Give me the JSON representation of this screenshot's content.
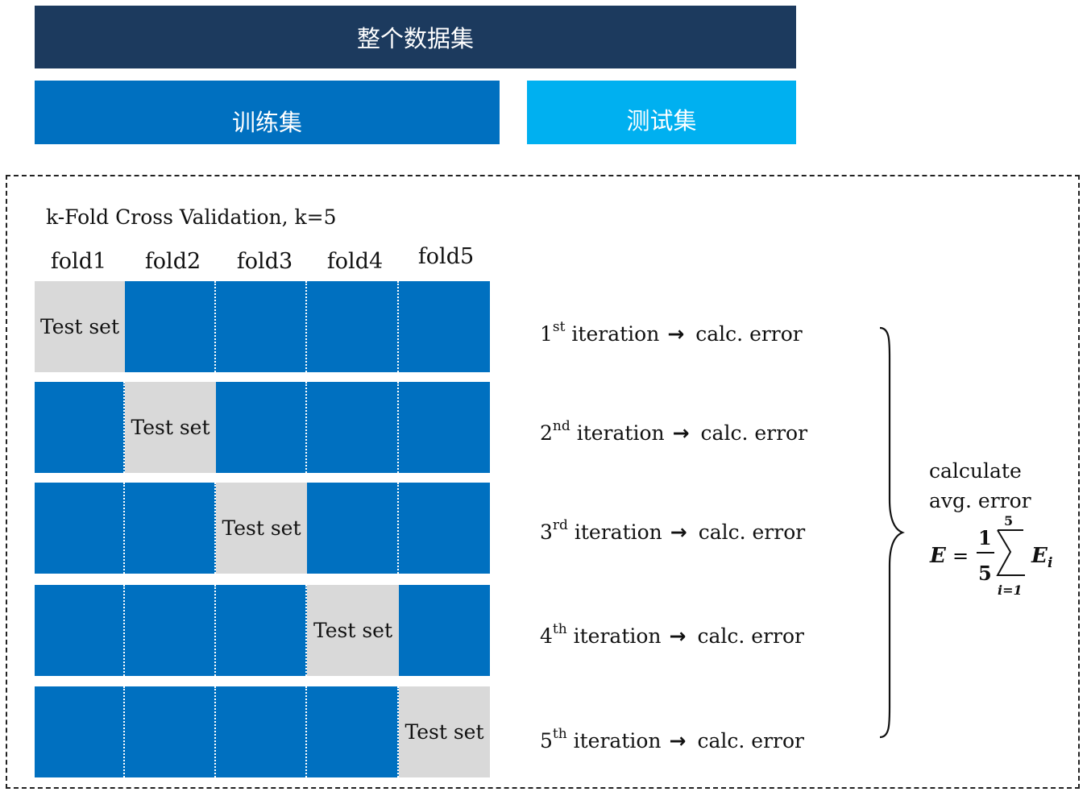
{
  "dataset": {
    "whole_label": "整个数据集",
    "train_label": "训练集",
    "test_label": "测试集"
  },
  "cv": {
    "title": "k-Fold Cross Validation, k=5",
    "folds": [
      "fold1",
      "fold2",
      "fold3",
      "fold4",
      "fold5"
    ],
    "test_cell_label": "Test set",
    "iterations": [
      {
        "num": "1",
        "suffix": "st",
        "text": "iteration",
        "result": "calc. error"
      },
      {
        "num": "2",
        "suffix": "nd",
        "text": "iteration",
        "result": "calc. error"
      },
      {
        "num": "3",
        "suffix": "rd",
        "text": "iteration",
        "result": "calc. error"
      },
      {
        "num": "4",
        "suffix": "th",
        "text": "iteration",
        "result": "calc. error"
      },
      {
        "num": "5",
        "suffix": "th",
        "text": "iteration",
        "result": "calc. error"
      }
    ],
    "summary_line1": "calculate",
    "summary_line2": "avg. error",
    "formula": {
      "lhs": "E",
      "equals": "=",
      "numerator": "1",
      "denominator": "5",
      "sum_upper": "5",
      "sum_lower": "i=1",
      "term": "E",
      "term_sub": "i"
    }
  },
  "colors": {
    "dataset_bar": "#1c3a5e",
    "train_blue": "#0070c0",
    "test_cyan": "#00b0f0",
    "test_cell_gray": "#d9d9d9"
  }
}
